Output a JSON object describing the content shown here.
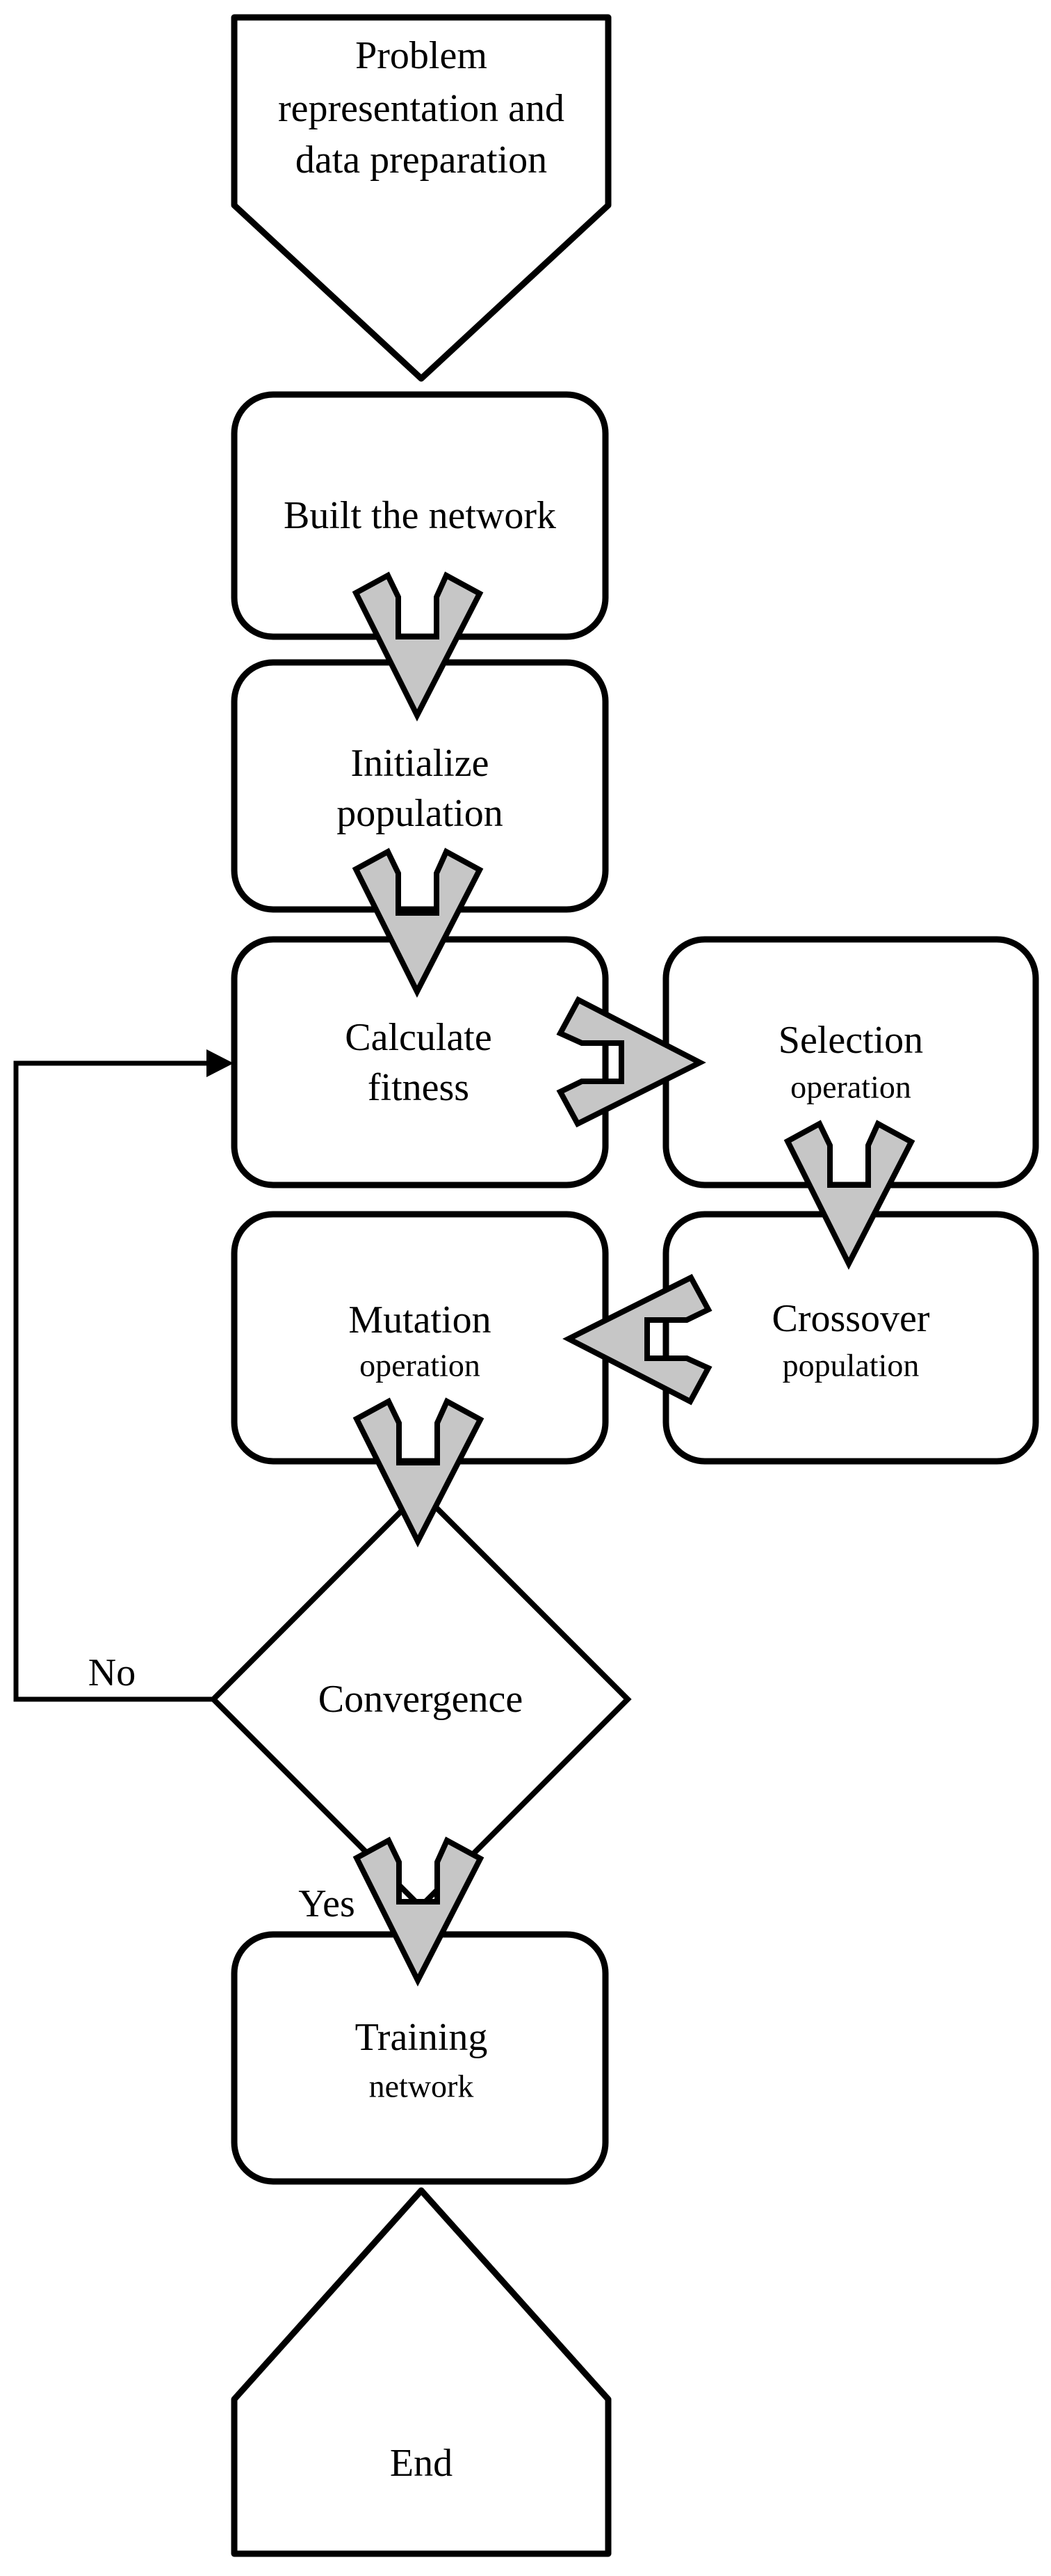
{
  "diagram": {
    "type": "flowchart",
    "colors": {
      "canvas_bg": "#ffffff",
      "node_fill": "#ffffff",
      "ink": "#000000",
      "arrow_fill": "#c6c6c6"
    },
    "nodes": {
      "problem": {
        "shape": "pentagon-down",
        "lines": [
          "Problem",
          "representation and",
          "data preparation"
        ]
      },
      "built": {
        "shape": "rounded-rect",
        "lines": [
          "Built the network"
        ]
      },
      "initialize": {
        "shape": "rounded-rect",
        "lines": [
          "Initialize",
          "population"
        ]
      },
      "calculate": {
        "shape": "rounded-rect",
        "lines": [
          "Calculate",
          "fitness"
        ]
      },
      "selection": {
        "shape": "rounded-rect",
        "lines": [
          "Selection",
          "operation"
        ]
      },
      "crossover": {
        "shape": "rounded-rect",
        "lines": [
          "Crossover",
          "population"
        ]
      },
      "mutation": {
        "shape": "rounded-rect",
        "lines": [
          "Mutation",
          "operation"
        ]
      },
      "convergence": {
        "shape": "diamond",
        "lines": [
          "Convergence"
        ]
      },
      "training": {
        "shape": "rounded-rect",
        "lines": [
          "Training",
          "network"
        ]
      },
      "end": {
        "shape": "pentagon-up",
        "lines": [
          "End"
        ]
      }
    },
    "edge_labels": {
      "no": "No",
      "yes": "Yes"
    }
  }
}
